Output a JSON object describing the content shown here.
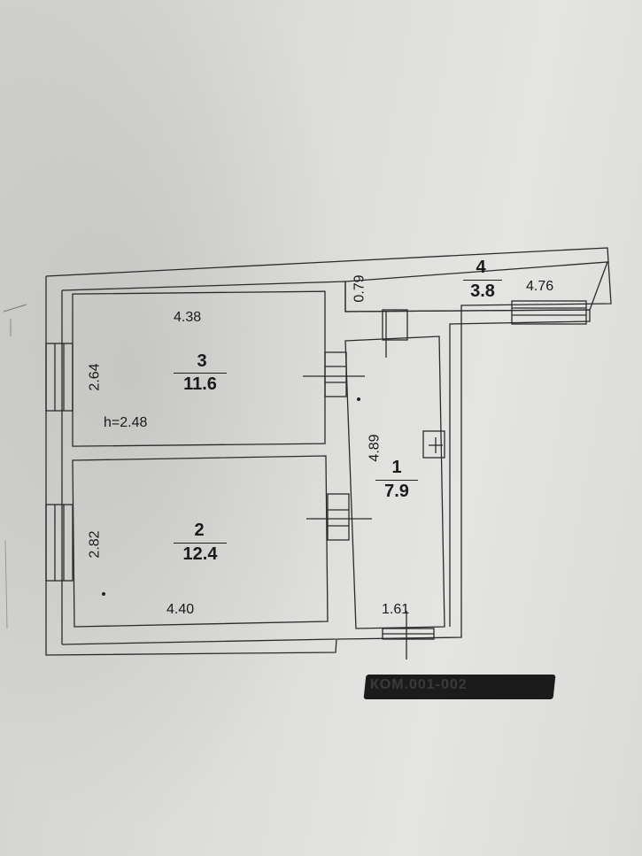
{
  "rooms": [
    {
      "number": "1",
      "area": "7.9",
      "length": "4.89",
      "width": "1.61"
    },
    {
      "number": "2",
      "area": "12.4",
      "length": "4.40",
      "width": "2.82"
    },
    {
      "number": "3",
      "area": "11.6",
      "length": "4.38",
      "width": "2.64",
      "height": "h=2.48"
    },
    {
      "number": "4",
      "area": "3.8",
      "length": "4.76",
      "width": "0.79"
    }
  ],
  "redacted_text": "КОМ.001-002"
}
